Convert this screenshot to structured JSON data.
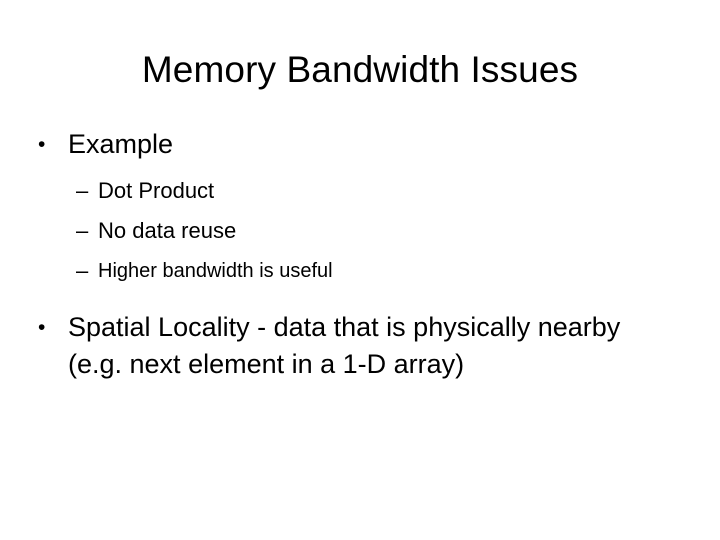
{
  "slide": {
    "title": "Memory Bandwidth Issues",
    "bullets": [
      {
        "marker": "•",
        "text": "Example",
        "sub_bullets": [
          {
            "marker": "–",
            "text": "Dot Product"
          },
          {
            "marker": "–",
            "text": "No data reuse"
          },
          {
            "marker": "–",
            "text": "Higher bandwidth is useful"
          }
        ]
      },
      {
        "marker": "•",
        "text": "Spatial Locality - data that is physically nearby (e.g. next element in a 1-D array)"
      }
    ]
  },
  "colors": {
    "background": "#ffffff",
    "text": "#000000"
  }
}
